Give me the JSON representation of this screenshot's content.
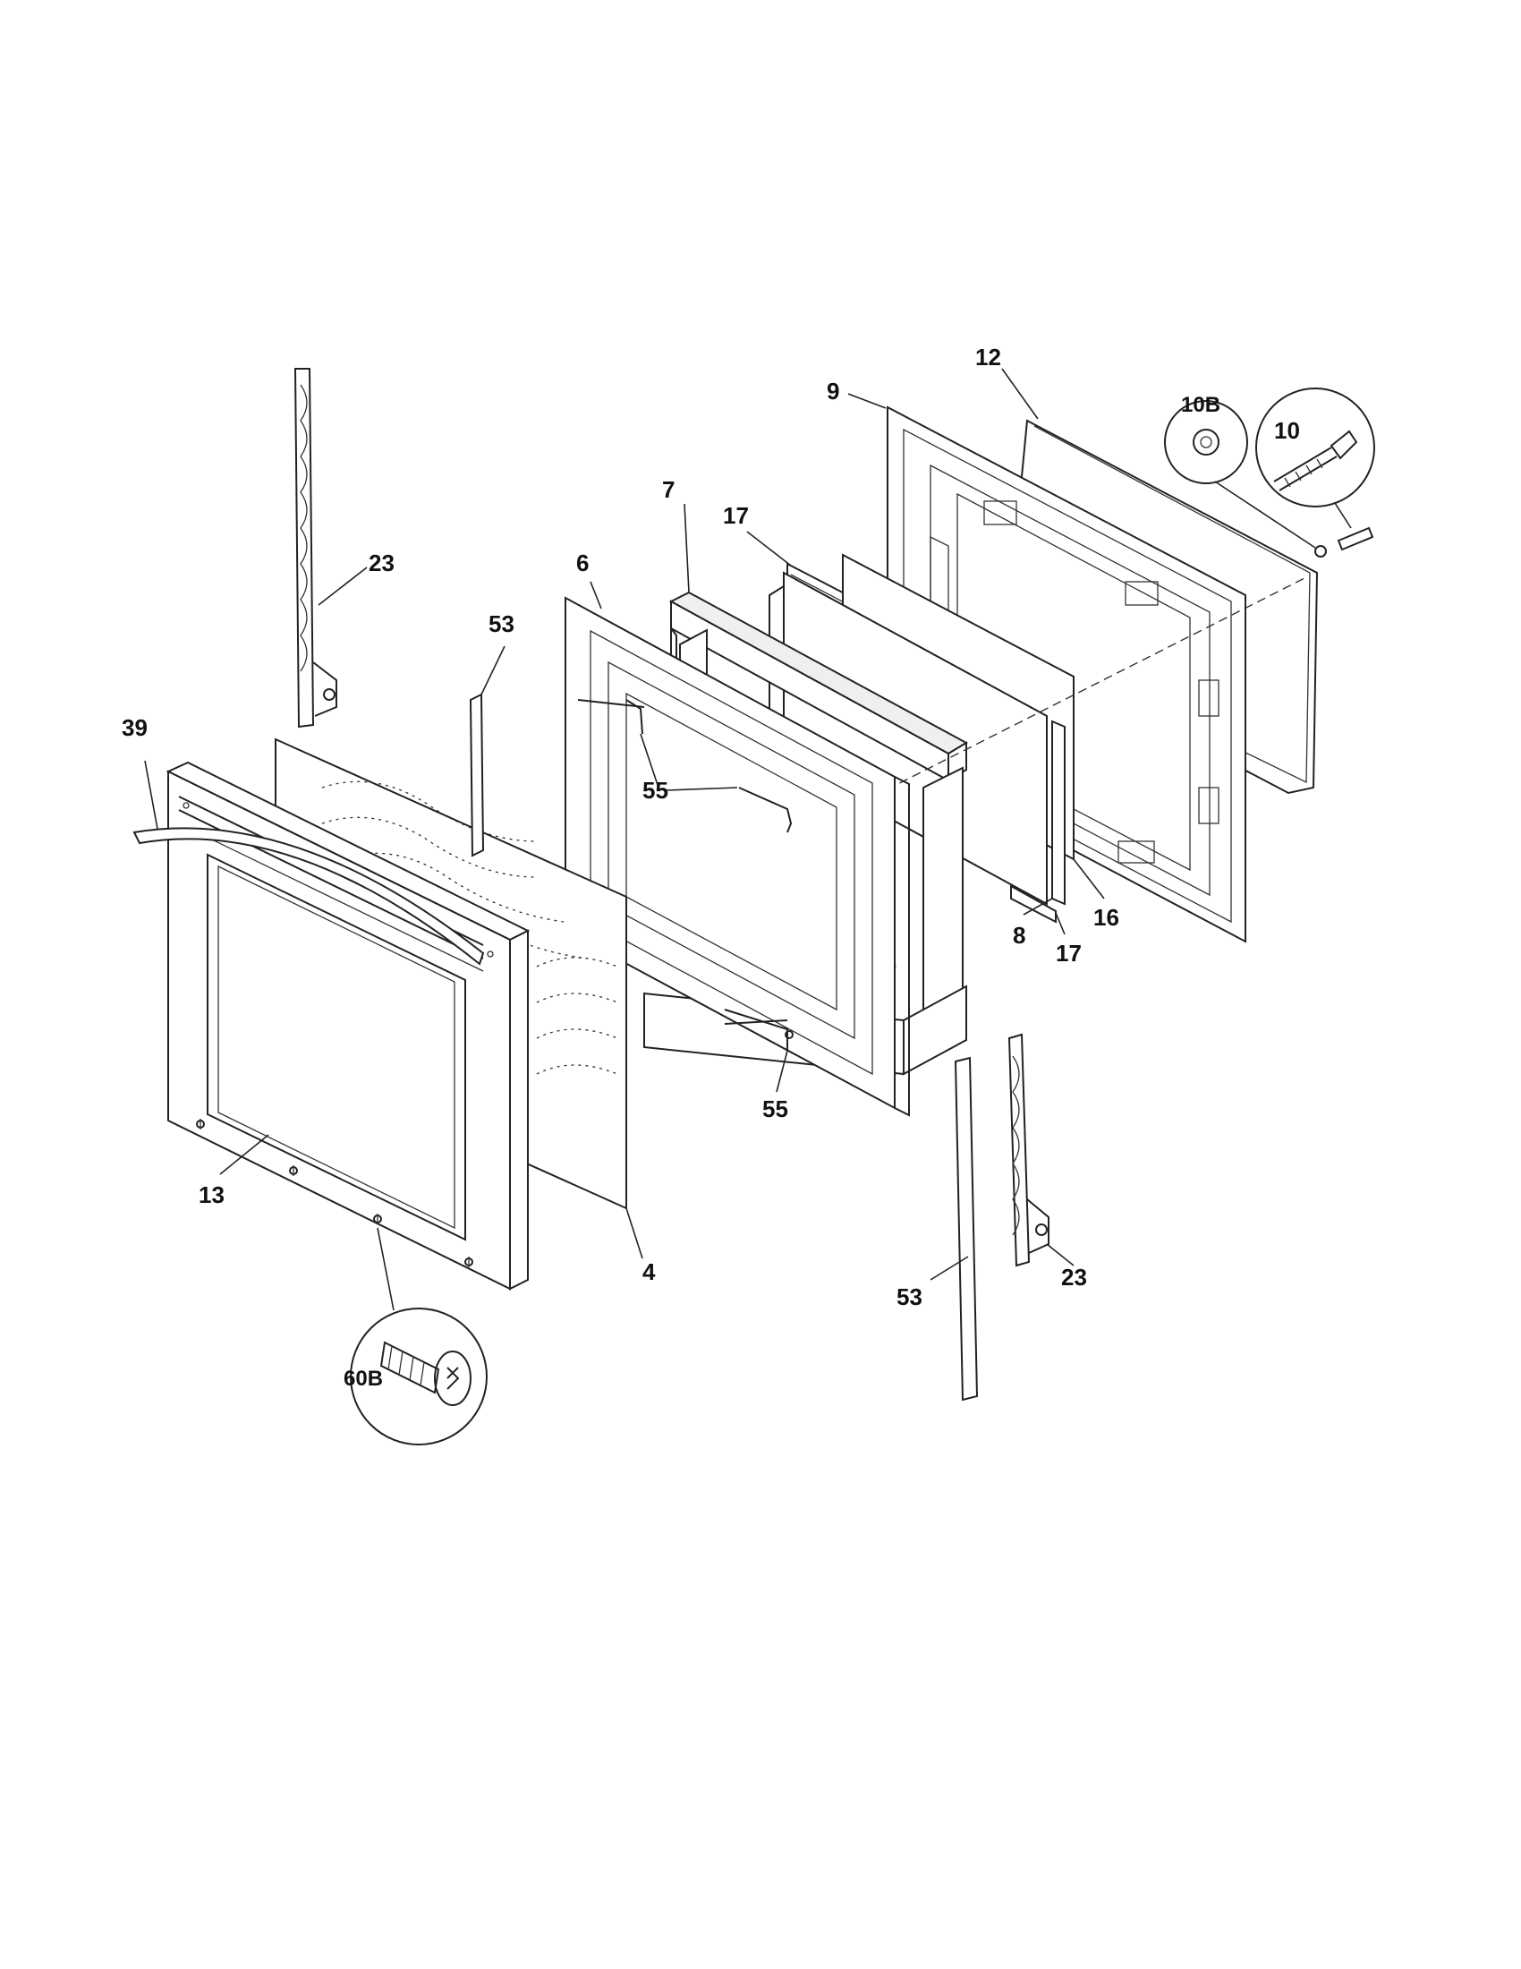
{
  "callouts": [
    {
      "id": "12",
      "text": "12"
    },
    {
      "id": "9",
      "text": "9"
    },
    {
      "id": "10b",
      "text": "10B"
    },
    {
      "id": "10",
      "text": "10"
    },
    {
      "id": "7",
      "text": "7"
    },
    {
      "id": "17-top",
      "text": "17"
    },
    {
      "id": "6",
      "text": "6"
    },
    {
      "id": "23-top",
      "text": "23"
    },
    {
      "id": "53-top",
      "text": "53"
    },
    {
      "id": "39",
      "text": "39"
    },
    {
      "id": "55-mid",
      "text": "55"
    },
    {
      "id": "16",
      "text": "16"
    },
    {
      "id": "8",
      "text": "8"
    },
    {
      "id": "17-bottom",
      "text": "17"
    },
    {
      "id": "55-bottom",
      "text": "55"
    },
    {
      "id": "13",
      "text": "13"
    },
    {
      "id": "4",
      "text": "4"
    },
    {
      "id": "23-bottom",
      "text": "23"
    },
    {
      "id": "53-bottom",
      "text": "53"
    },
    {
      "id": "60b",
      "text": "60B"
    }
  ]
}
